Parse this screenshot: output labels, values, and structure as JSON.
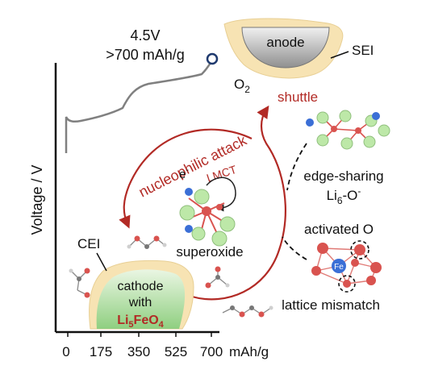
{
  "charge_curve": {
    "voltage_label": "4.5V",
    "capacity_label": ">700 mAh/g"
  },
  "axes": {
    "ylabel": "Voltage / V",
    "x_unit": "mAh/g",
    "x_ticks": [
      "0",
      "175",
      "350",
      "525",
      "700"
    ]
  },
  "anode": {
    "label": "anode",
    "sei_label": "SEI"
  },
  "oxygen": {
    "o2_base": "O",
    "o2_sub": "2",
    "shuttle_label": "shuttle"
  },
  "attack": {
    "label": "nucleophilic attack"
  },
  "center_complex": {
    "electron_base": "e",
    "electron_sup": "-",
    "lmct_label": "LMCT",
    "superoxide_label": "superoxide"
  },
  "edge_sharing": {
    "line1": "edge-sharing",
    "li_base": "Li",
    "li_sub": "6",
    "o_base": "-O",
    "o_sup": "-"
  },
  "activated": {
    "label": "activated O",
    "fe_label": "Fe"
  },
  "lattice": {
    "label": "lattice mismatch"
  },
  "cathode": {
    "cei_label": "CEI",
    "line1": "cathode",
    "line2": "with",
    "formula_li": "Li",
    "formula_li_sub": "5",
    "formula_fe": "FeO",
    "formula_o_sub": "4"
  },
  "colors": {
    "arrow_red": "#b22a25",
    "curve_gray": "#808080",
    "marker_blue": "#1f3a6e",
    "li_green": "#bde8a8",
    "fe_red": "#d9534f",
    "o_blue": "#3b6fd6",
    "cathode_green": "#a7d89a",
    "cei_beige": "#f7e3b3"
  }
}
